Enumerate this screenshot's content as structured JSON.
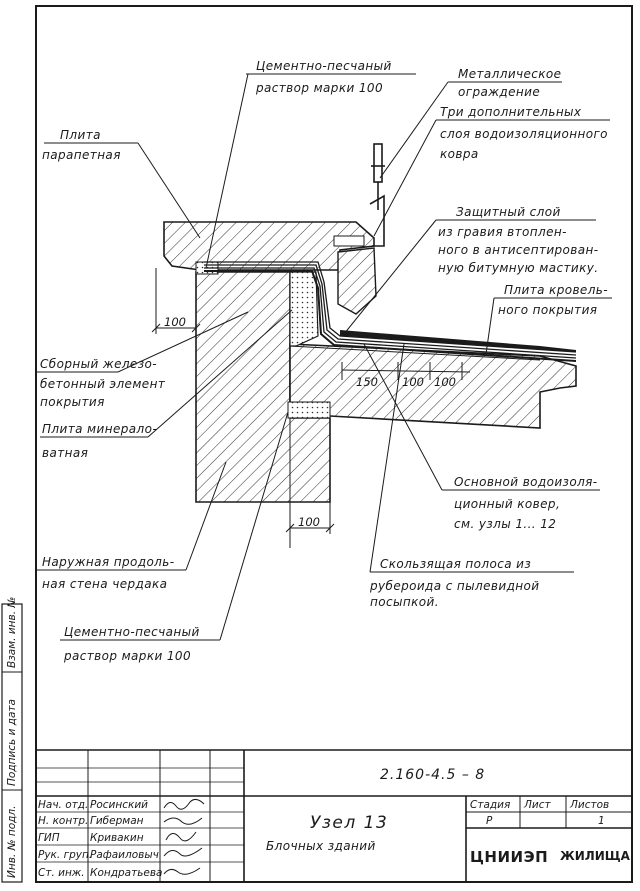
{
  "labels": {
    "mortar_top_1": "Цементно-песчаный",
    "mortar_top_2": "раствор марки 100",
    "metal_1": "Металлическое",
    "metal_2": "ограждение",
    "three_1": "Три дополнительных",
    "three_2": "слоя водоизоляционного",
    "three_3": "ковра",
    "parapet_1": "Плита",
    "parapet_2": "парапетная",
    "protect_1": "Защитный слой",
    "protect_2": "из гравия втоплен-",
    "protect_3": "ного в антисептирован-",
    "protect_4": "ную битумную мастику.",
    "roofslab_1": "Плита кровель-",
    "roofslab_2": "ного покрытия",
    "precast_1": "Сборный железо-",
    "precast_2": "бетонный элемент",
    "precast_3": "покрытия",
    "mineral_1": "Плита минерало-",
    "mineral_2": "ватная",
    "mainwp_1": "Основной водоизоля-",
    "mainwp_2": "ционный ковер,",
    "mainwp_3": "см. узлы 1... 12",
    "wall_1": "Наружная продоль-",
    "wall_2": "ная стена чердака",
    "sliding_1": "Скользящая полоса из",
    "sliding_2": "рубероида с пылевидной",
    "sliding_3": "посыпкой.",
    "mortar_bot_1": "Цементно-песчаный",
    "mortar_bot_2": "раствор марки 100"
  },
  "dimensions": {
    "d_left": "100",
    "d_bottom": "100",
    "d_150": "150",
    "d_100a": "100",
    "d_100b": "100"
  },
  "side_stamp": {
    "inv_orig": "Инв. № подл.",
    "sign_date": "Подпись и дата",
    "inv_repl": "Взам. инв. №"
  },
  "title_block": {
    "drawing_code": "2.160-4.5 – 8",
    "title_main": "Узел 13",
    "title_sub": "Блочных зданий",
    "col_stage": "Стадия",
    "col_sheet": "Лист",
    "col_sheets": "Листов",
    "val_stage": "Р",
    "val_sheets": "1",
    "org_main": "ЦНИИЭП",
    "org_sub": "ЖИЛИЩА",
    "roles": [
      "Нач. отд.",
      "Н. контр.",
      "ГИП",
      "Рук. груп.",
      "Ст. инж."
    ],
    "names": [
      "Росинский",
      "Гиберман",
      "Кривакин",
      "Рафаиловыч",
      "Кондратьева"
    ]
  }
}
